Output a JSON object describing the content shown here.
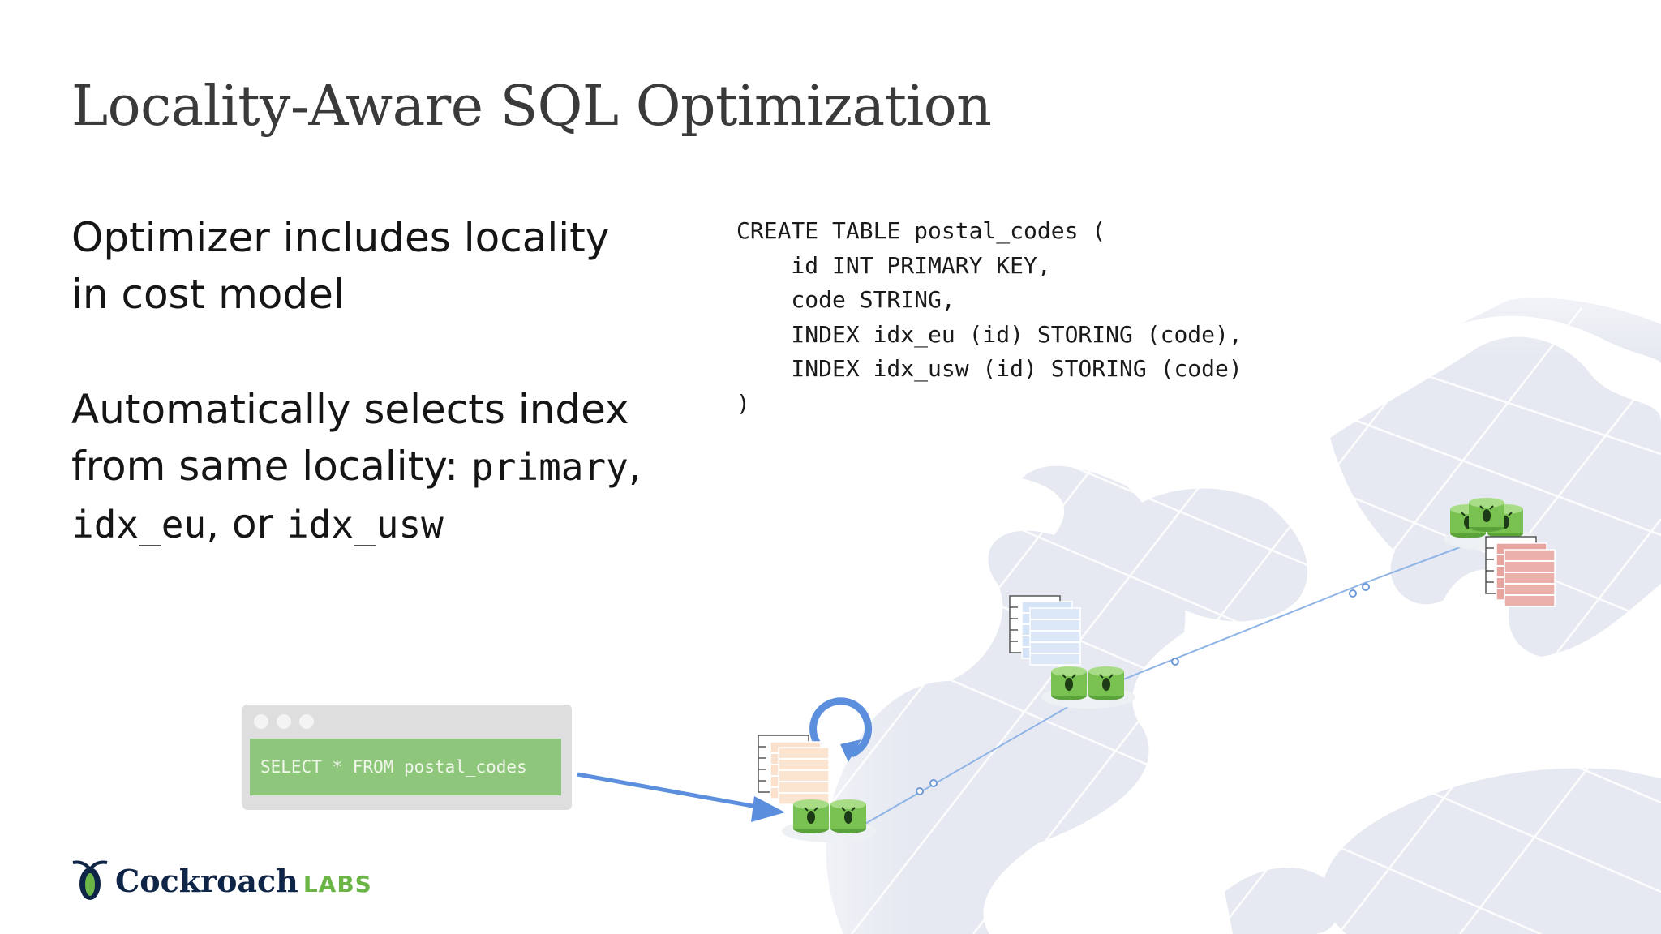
{
  "slide": {
    "title": "Locality-Aware SQL Optimization",
    "bullets": [
      {
        "text": "Optimizer includes locality in cost model"
      },
      {
        "text_before": "Automatically selects index from same locality: ",
        "code1": "primary",
        "sep1": ", ",
        "code2": "idx_eu",
        "sep2": ", or ",
        "code3": "idx_usw"
      }
    ],
    "code_block": {
      "lines": [
        "CREATE TABLE postal_codes (",
        "    id INT PRIMARY KEY,",
        "    code STRING,",
        "    INDEX idx_eu (id) STORING (code),",
        "    INDEX idx_usw (id) STORING (code)",
        ")"
      ]
    }
  },
  "terminal": {
    "query": "SELECT * FROM postal_codes"
  },
  "logo": {
    "name": "Cockroach",
    "suffix": "LABS"
  },
  "colors": {
    "title": "#3a3a3a",
    "accent_green": "#6bb547",
    "terminal_green": "#8ec77b",
    "arrow_blue": "#5b8fde",
    "map_land": "#e6e9f1",
    "index_us": "#fbe4d0",
    "index_eu_usw": "#d9e6f5",
    "index_red": "#e9a9a3"
  },
  "icons": [
    "cockroach-logo-icon",
    "database-cylinder-icon",
    "index-document-icon",
    "refresh-loop-icon",
    "arrow-icon"
  ]
}
